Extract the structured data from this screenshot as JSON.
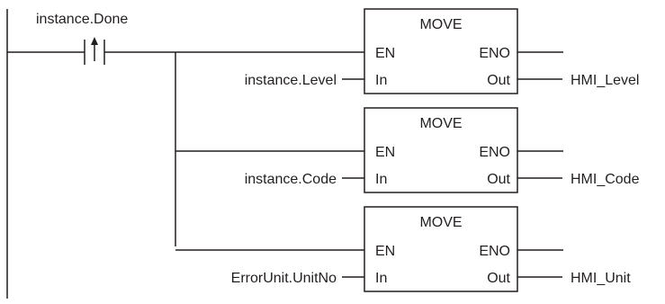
{
  "contact": {
    "variable": "instance.Done",
    "type": "rising-edge-contact"
  },
  "blocks": [
    {
      "name": "MOVE",
      "en_label": "EN",
      "eno_label": "ENO",
      "in_label": "In",
      "out_label": "Out",
      "input_variable": "instance.Level",
      "output_variable": "HMI_Level"
    },
    {
      "name": "MOVE",
      "en_label": "EN",
      "eno_label": "ENO",
      "in_label": "In",
      "out_label": "Out",
      "input_variable": "instance.Code",
      "output_variable": "HMI_Code"
    },
    {
      "name": "MOVE",
      "en_label": "EN",
      "eno_label": "ENO",
      "in_label": "In",
      "out_label": "Out",
      "input_variable": "ErrorUnit.UnitNo",
      "output_variable": "HMI_Unit"
    }
  ]
}
